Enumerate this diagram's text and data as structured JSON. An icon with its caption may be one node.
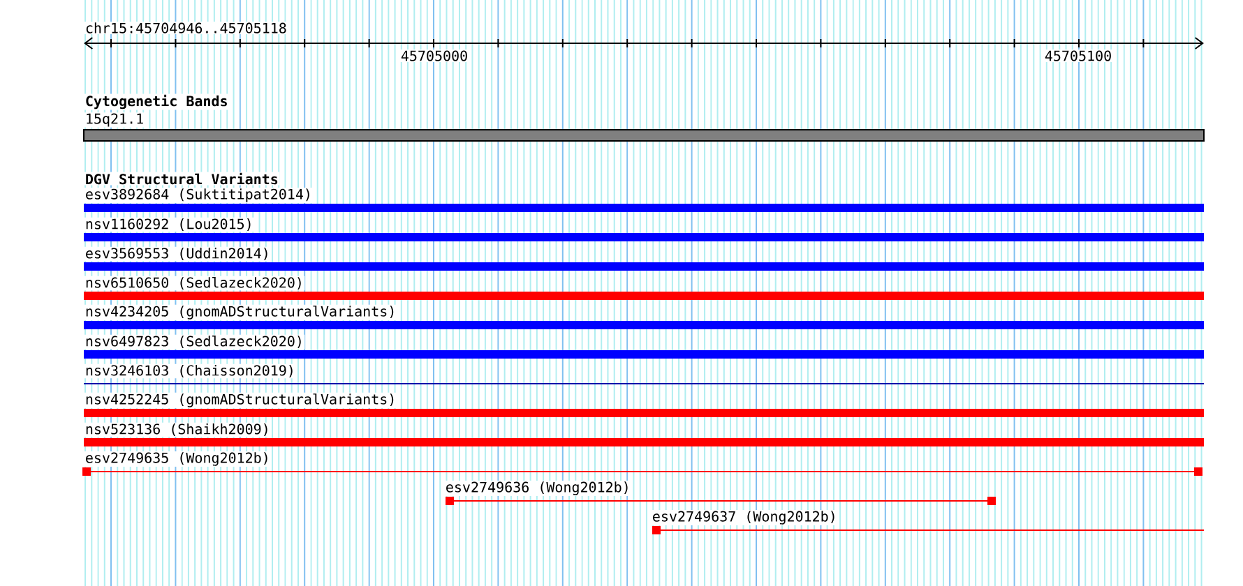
{
  "diagram": {
    "nodes": [
      {
        "text": [
          "15q21.1"
        ]
      },
      {
        "text": [
          "esv3892684 (Suktitipat2014)"
        ]
      },
      {
        "text": [
          "nsv1160292 (Lou2015)"
        ]
      },
      {
        "text": [
          "esv3569553 (Uddin2014)"
        ]
      },
      {
        "text": [
          "nsv6510650 (Sedlazeck2020)"
        ]
      },
      {
        "text": [
          "nsv4234205 (gnomADStructuralVariants)"
        ]
      },
      {
        "text": [
          "nsv6497823 (Sedlazeck2020)"
        ]
      },
      {
        "text": [
          "nsv3246103 (Chaisson2019)"
        ]
      },
      {
        "text": [
          "nsv4252245 (gnomADStructuralVariants)"
        ]
      },
      {
        "text": [
          "nsv523136 (Shaikh2009)"
        ]
      },
      {
        "text": [
          "esv2749635 (Wong2012b)"
        ]
      },
      {
        "text": [
          "esv2749636 (Wong2012b)"
        ]
      },
      {
        "text": [
          "esv2749637 (Wong2012b)"
        ]
      }
    ],
    "labels": [
      "chr15:45704946..45705118",
      "45705000",
      "45705100",
      "Cytogenetic Bands",
      "DGV Structural Variants"
    ]
  }
}
